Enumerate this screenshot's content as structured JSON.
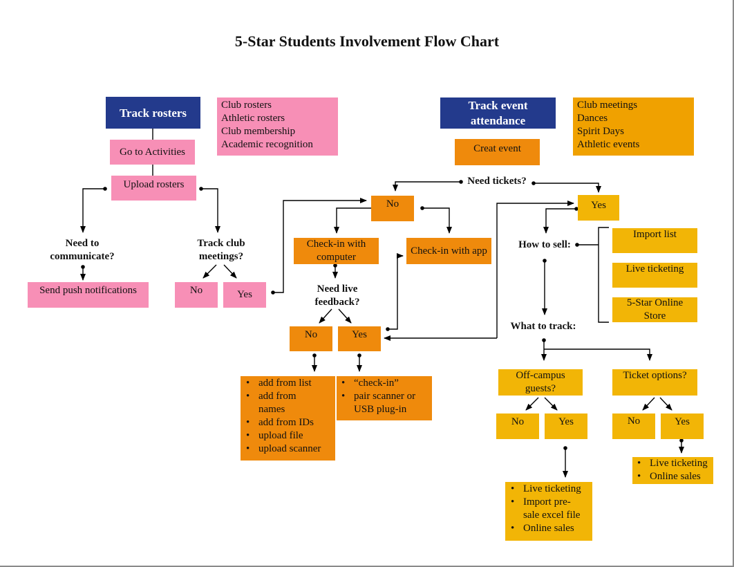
{
  "title": "5-Star Students Involvement Flow Chart",
  "colors": {
    "navy": "#233a8c",
    "pink": "#f78fb6",
    "orange": "#ef8a0c",
    "yellow": "#f2b506",
    "gold": "#f0a100"
  },
  "rosters": {
    "header": "Track rosters",
    "list": [
      "Club rosters",
      "Athletic rosters",
      "Club membership",
      "Academic recognition"
    ],
    "go_to": "Go to Activities",
    "upload": "Upload rosters",
    "need_communicate": "Need to communicate?",
    "push": "Send push notifications",
    "track_meetings": "Track club meetings?",
    "no": "No",
    "yes": "Yes"
  },
  "event": {
    "header": "Track event attendance",
    "list": [
      "Club meetings",
      "Dances",
      "Spirit Days",
      "Athletic events"
    ],
    "create": "Creat event",
    "need_tickets": "Need tickets?",
    "no": "No",
    "yes": "Yes",
    "checkin_computer": "Check-in with computer",
    "checkin_app": "Check-in with app",
    "need_live": "Need live feedback?",
    "live_no": "No",
    "live_yes": "Yes",
    "no_list": [
      "add from list",
      "add from names",
      "add from IDs",
      "upload file",
      "upload scanner"
    ],
    "yes_list": [
      "“check-in”",
      "pair scanner or USB plug-in"
    ],
    "how_sell": "How to sell:",
    "sell_options": [
      "Import list",
      "Live ticketing",
      "5-Star Online Store"
    ],
    "what_track": "What to track:",
    "offcampus": "Off-campus guests?",
    "ticket_options": "Ticket options?",
    "off_no": "No",
    "off_yes": "Yes",
    "opt_no": "No",
    "opt_yes": "Yes",
    "off_yes_list": [
      "Live ticketing",
      "Import pre-sale excel file",
      "Online sales"
    ],
    "opt_yes_list": [
      "Live ticketing",
      "Online sales"
    ]
  }
}
